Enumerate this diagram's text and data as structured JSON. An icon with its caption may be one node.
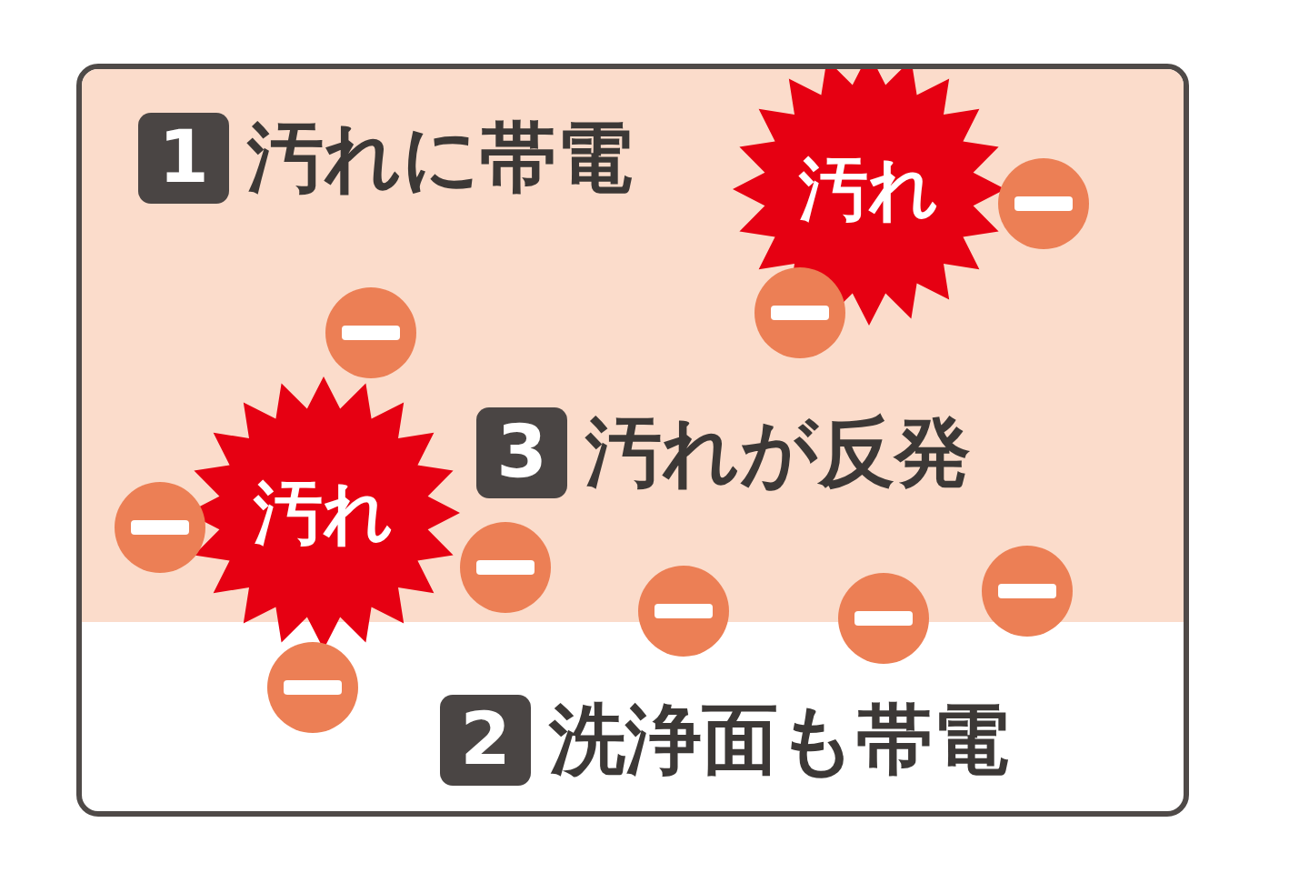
{
  "diagram": {
    "nodes": [
      {
        "text": [
          "汚れ"
        ]
      },
      {
        "text": [
          "汚れ"
        ]
      }
    ],
    "edges": [],
    "labels": [
      "1",
      "汚れに帯電",
      "3",
      "汚れが反発",
      "2",
      "洗浄面も帯電"
    ]
  }
}
